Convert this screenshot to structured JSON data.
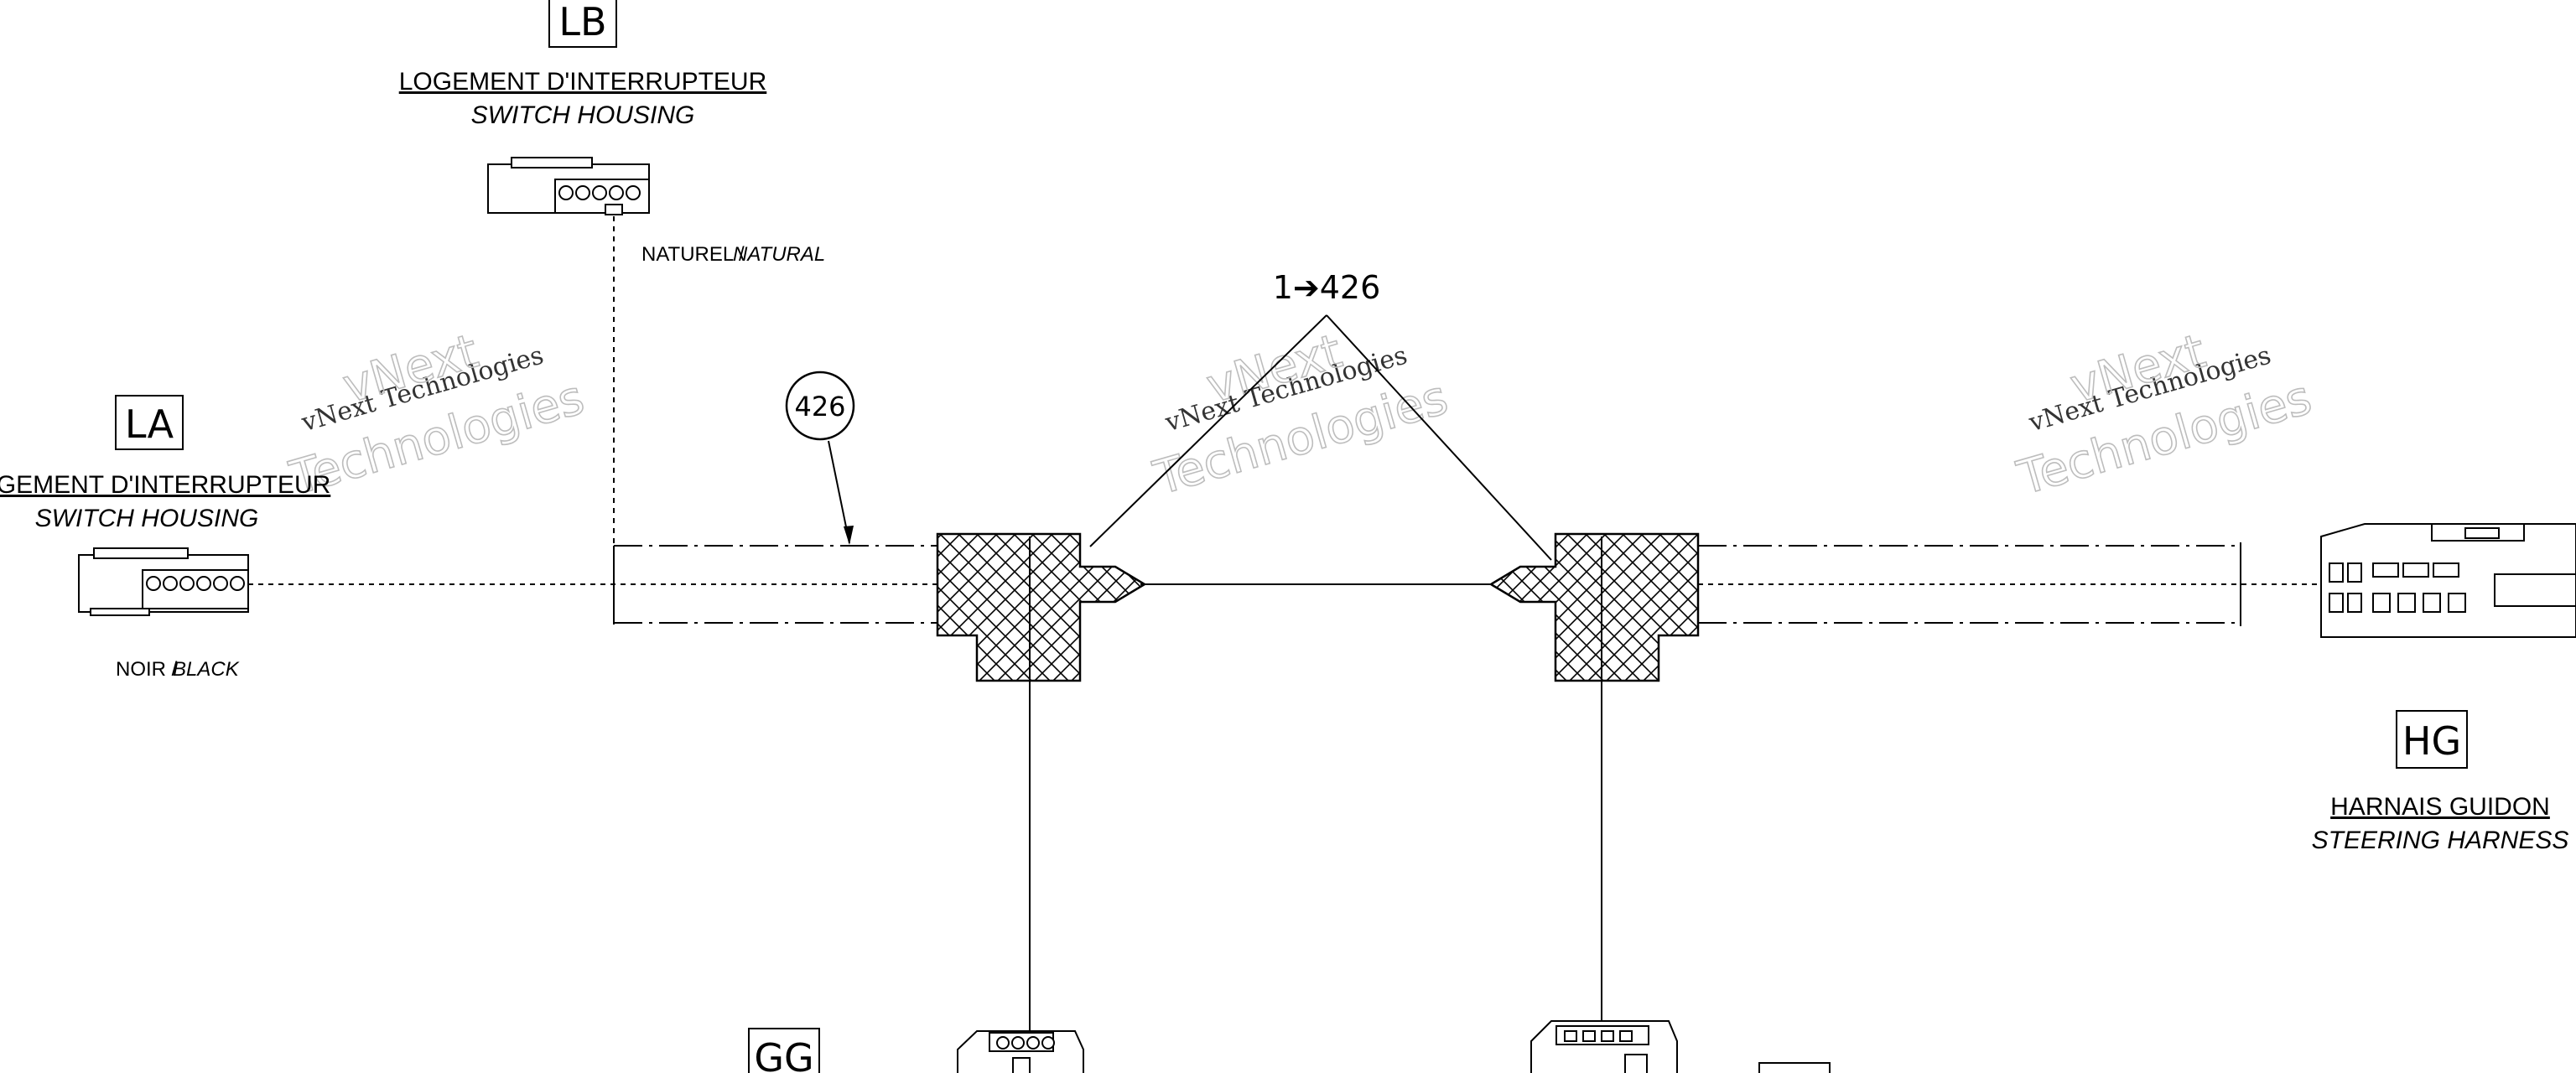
{
  "watermark": {
    "line1": "vNext Technologies",
    "line2a": "vNext",
    "line2b": "Technologies"
  },
  "connectors": {
    "LB": {
      "id": "LB",
      "label_fr": "LOGEMENT D'INTERRUPTEUR",
      "label_en": "SWITCH HOUSING",
      "color_fr": "NATUREL /",
      "color_en": "NATURAL"
    },
    "LA": {
      "id": "LA",
      "label_fr": "LOGEMENT D'INTERRUPTEUR",
      "label_en": "SWITCH HOUSING",
      "color_fr": "NOIR /",
      "color_en": "BLACK"
    },
    "HG": {
      "id": "HG",
      "label_fr": "HARNAIS GUIDON",
      "label_en": "STEERING HARNESS"
    },
    "GG": {
      "id": "GG"
    }
  },
  "callouts": {
    "part_number": "426",
    "range": "1➔426"
  },
  "icons": {
    "connector": "connector-icon",
    "splice": "splice-icon"
  }
}
